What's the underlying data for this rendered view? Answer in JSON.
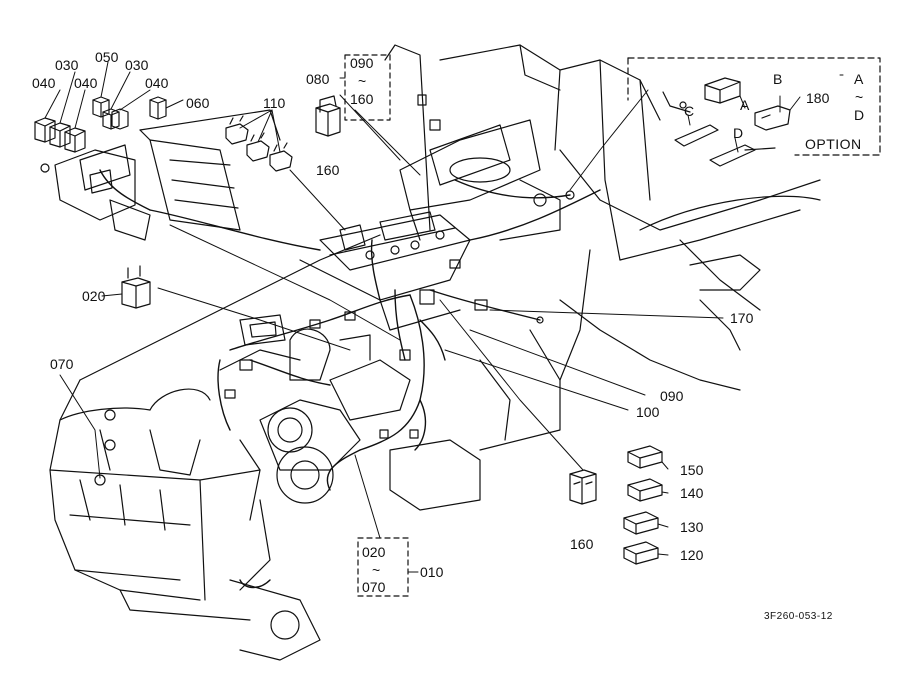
{
  "part_labels": {
    "p030a": "030",
    "p040a": "040",
    "p040b": "040",
    "p050": "050",
    "p030b": "030",
    "p040c": "040",
    "p060": "060",
    "p110": "110",
    "p080": "080",
    "p090a": "090",
    "tilde1": "~",
    "p160a": "160",
    "p160b": "160",
    "p020a": "020",
    "p070a": "070",
    "p180": "180",
    "optA": "A",
    "tilde2": "~",
    "optD": "D",
    "connA": "A",
    "connB": "B",
    "connC": "C",
    "connD": "D",
    "option": "OPTION",
    "p170": "170",
    "p090b": "090",
    "p100": "100",
    "p150": "150",
    "p140": "140",
    "p130": "130",
    "p120": "120",
    "p160c": "160",
    "p020b": "020",
    "tilde3": "~",
    "p070b": "070",
    "p010": "010"
  },
  "drawing_number": "3F260-053-12"
}
